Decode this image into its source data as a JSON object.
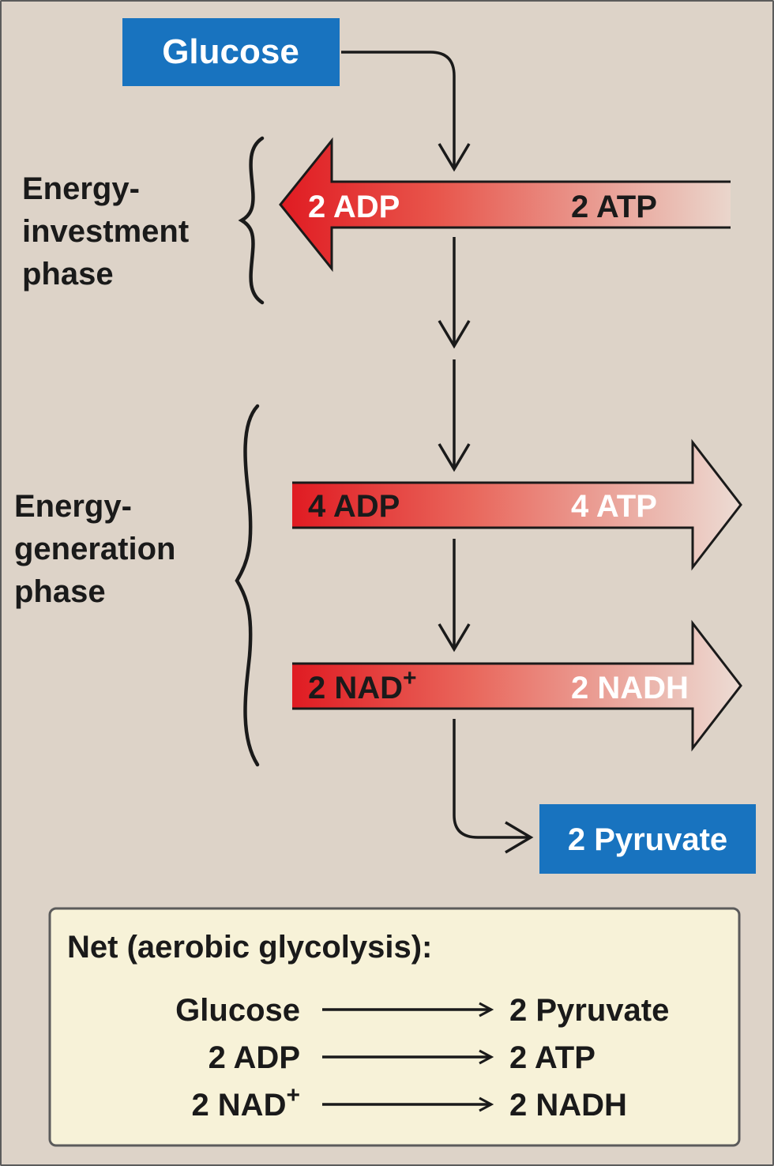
{
  "colors": {
    "background": "#ddd3c8",
    "box_blue": "#1873bf",
    "arrow_red": "#e01b22",
    "arrow_fade": "#ead6cc",
    "net_box_bg": "#f7f2d8",
    "line": "#1a1a1a"
  },
  "boxes": {
    "glucose": "Glucose",
    "pyruvate": "2 Pyruvate"
  },
  "phases": {
    "investment": {
      "line1": "Energy-",
      "line2": "investment",
      "line3": "phase"
    },
    "generation": {
      "line1": "Energy-",
      "line2": "generation",
      "line3": "phase"
    }
  },
  "arrows": {
    "investment": {
      "left": "2 ADP",
      "right": "2 ATP"
    },
    "generation_atp": {
      "left": "4 ADP",
      "right": "4 ATP"
    },
    "generation_nad": {
      "left_base": "2 NAD",
      "left_sup": "+",
      "right": "2 NADH"
    }
  },
  "net": {
    "title": "Net (aerobic glycolysis):",
    "rows": [
      {
        "left": "Glucose",
        "left_sup": "",
        "right": "2 Pyruvate"
      },
      {
        "left": "2 ADP",
        "left_sup": "",
        "right": "2 ATP"
      },
      {
        "left": "2 NAD",
        "left_sup": "+",
        "right": "2 NADH"
      }
    ]
  }
}
